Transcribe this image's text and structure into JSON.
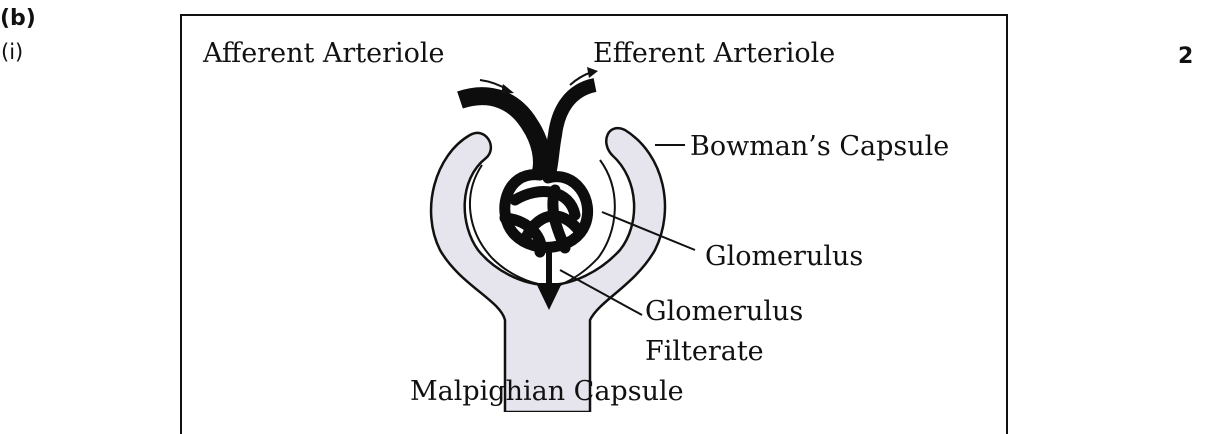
{
  "question": {
    "part": "(b)",
    "subpart": "(i)",
    "marks": "2"
  },
  "diagram": {
    "labels": {
      "afferent": "Afferent Arteriole",
      "efferent": "Efferent Arteriole",
      "bowman": "Bowman’s Capsule",
      "glomerulus": "Glomerulus",
      "filtrate_line1": "Glomerulus",
      "filtrate_line2": "Filterate",
      "malpighian": "Malpighian Capsule"
    },
    "colors": {
      "capsule_fill": "#e6e4ec",
      "vessel": "#0d0d0d"
    }
  }
}
